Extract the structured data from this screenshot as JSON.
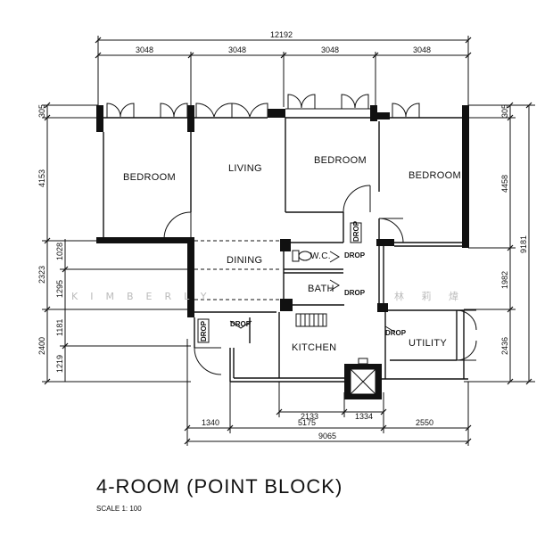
{
  "plan": {
    "title": "4-ROOM (POINT BLOCK)",
    "scale": "SCALE 1: 100",
    "watermark": "KIMBERLY",
    "watermark_cjk": "林 莉 煒",
    "rooms": {
      "bedroom_left": "BEDROOM",
      "living": "LIVING",
      "bedroom_middle": "BEDROOM",
      "bedroom_right": "BEDROOM",
      "dining": "DINING",
      "wc": "W.C.",
      "bath": "BATH",
      "kitchen": "KITCHEN",
      "utility": "UTILITY"
    },
    "drop_label": "DROP",
    "dimensions": {
      "top_total": "12192",
      "top_segments": [
        "3048",
        "3048",
        "3048",
        "3048"
      ],
      "left_top": "305",
      "left_main": "4153",
      "left_lower": [
        "1028",
        "2323",
        "1295",
        "1181",
        "2400",
        "1219"
      ],
      "right_top": "305",
      "right_main": "4458",
      "right_total": "9181",
      "right_lower": [
        "1982",
        "2436"
      ],
      "bottom_inner": [
        "2133",
        "1334"
      ],
      "bottom_row": [
        "1340",
        "5175",
        "2550"
      ],
      "bottom_total": "9065"
    }
  }
}
